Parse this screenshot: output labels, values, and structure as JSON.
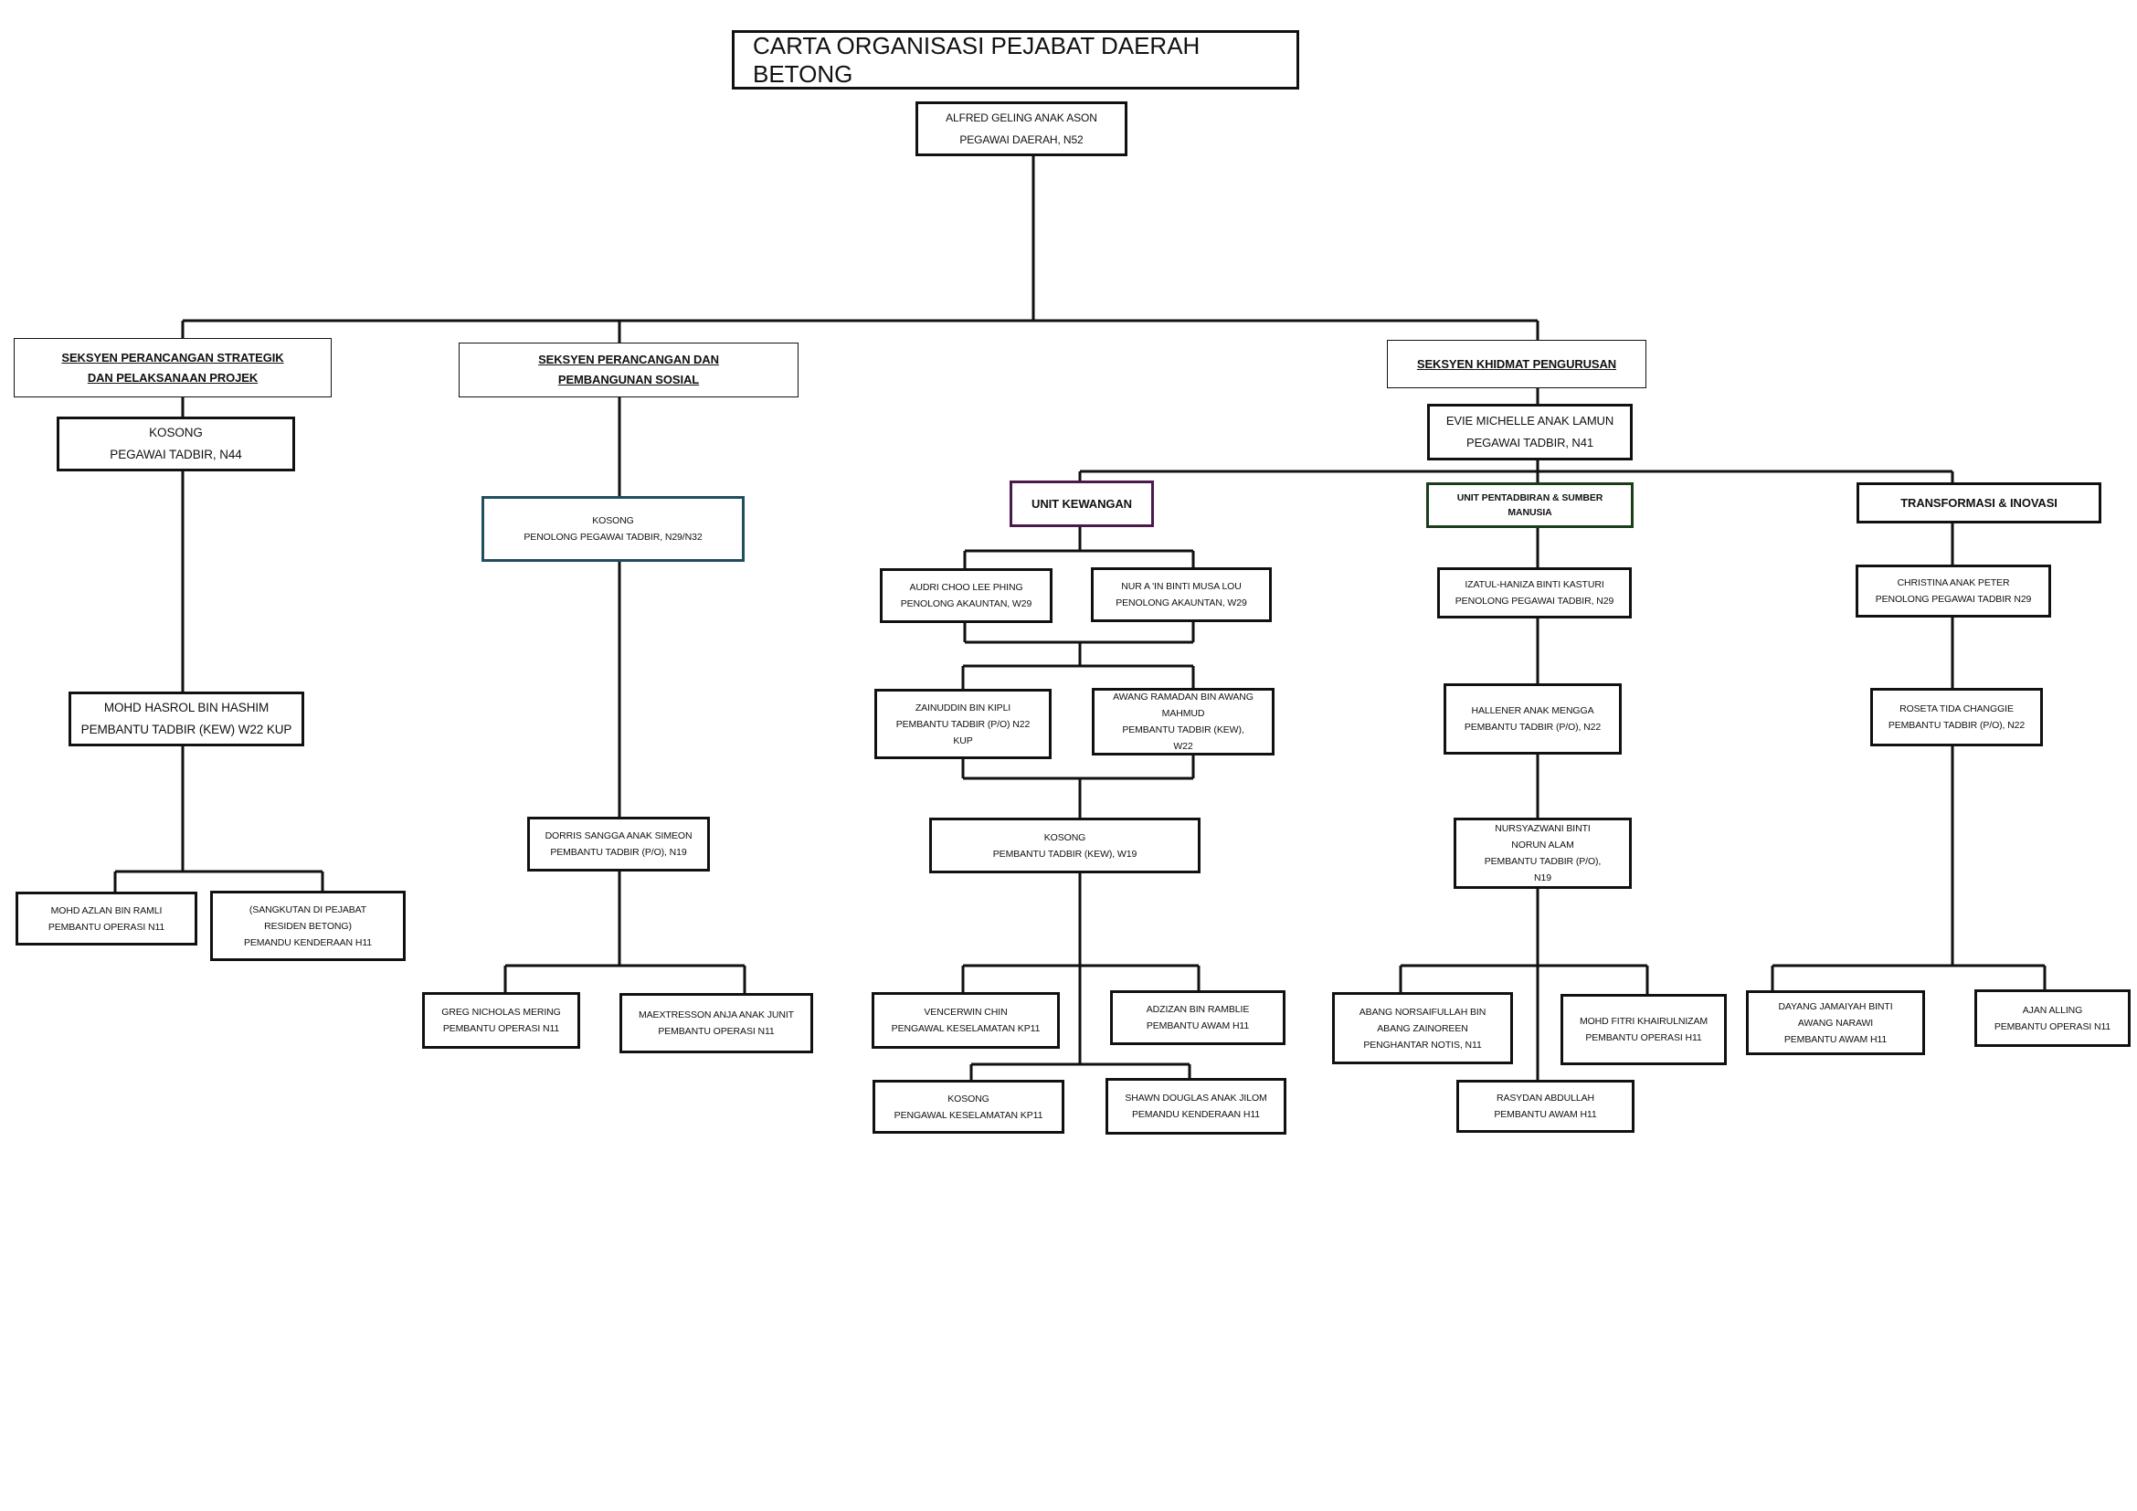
{
  "title": "CARTA ORGANISASI PEJABAT DAERAH BETONG",
  "root": {
    "name": "ALFRED GELING ANAK ASON",
    "title": "PEGAWAI DAERAH, N52"
  },
  "sections": {
    "strategik": "SEKSYEN PERANCANGAN STRATEGIK DAN PELAKSANAAN PROJEK",
    "sosial": "SEKSYEN PERANCANGAN DAN PEMBANGUNAN SOSIAL",
    "khidmat": "SEKSYEN KHIDMAT PENGURUSAN"
  },
  "units": {
    "kewangan": "UNIT KEWANGAN",
    "pentadbiran": "UNIT PENTADBIRAN & SUMBER MANUSIA",
    "transformasi": "TRANSFORMASI & INOVASI"
  },
  "colors": {
    "line": "#111111",
    "sosial_box_border": "#1f4e5f",
    "kewangan_border": "#4a1a4a",
    "pentadbiran_border": "#1a3d1a"
  },
  "people": {
    "s1_head": {
      "name": "KOSONG",
      "title": "PEGAWAI TADBIR, N44"
    },
    "s1_hasrol": {
      "name": "MOHD HASROL BIN HASHIM",
      "title": "PEMBANTU TADBIR (KEW) W22 KUP"
    },
    "s1_azlan": {
      "name": "MOHD AZLAN BIN RAMLI",
      "title": "PEMBANTU OPERASI N11"
    },
    "s1_sangkutan": {
      "name": "(SANGKUTAN DI PEJABAT RESIDEN BETONG)",
      "title": "PEMANDU KENDERAAN H11"
    },
    "s2_head": {
      "name": "KOSONG",
      "title": "PENOLONG PEGAWAI TADBIR, N29/N32"
    },
    "s2_dorris": {
      "name": "DORRIS SANGGA ANAK SIMEON",
      "title": "PEMBANTU TADBIR (P/O), N19"
    },
    "s2_greg": {
      "name": "GREG NICHOLAS MERING",
      "title": "PEMBANTU OPERASI N11"
    },
    "s2_maex": {
      "name": "MAEXTRESSON ANJA ANAK JUNIT",
      "title": "PEMBANTU OPERASI N11"
    },
    "s3_head": {
      "name": "EVIE MICHELLE ANAK LAMUN",
      "title": "PEGAWAI TADBIR, N41"
    },
    "k_audri": {
      "name": "AUDRI CHOO LEE PHING",
      "title": "PENOLONG AKAUNTAN, W29"
    },
    "k_nur": {
      "name": "NUR A 'IN BINTI MUSA LOU",
      "title": "PENOLONG AKAUNTAN, W29"
    },
    "k_zainuddin": {
      "name": "ZAINUDDIN BIN KIPLI",
      "title": "PEMBANTU TADBIR (P/O) N22 KUP"
    },
    "k_awang": {
      "name": "AWANG RAMADAN BIN AWANG MAHMUD",
      "title": "PEMBANTU TADBIR (KEW), W22"
    },
    "k_kosong19": {
      "name": "KOSONG",
      "title": "PEMBANTU TADBIR (KEW), W19"
    },
    "k_vencerwin": {
      "name": "VENCERWIN CHIN",
      "title": "PENGAWAL KESELAMATAN KP11"
    },
    "k_adzizan": {
      "name": "ADZIZAN BIN RAMBLIE",
      "title": "PEMBANTU AWAM H11"
    },
    "k_kosong11": {
      "name": "KOSONG",
      "title": "PENGAWAL KESELAMATAN KP11"
    },
    "k_shawn": {
      "name": "SHAWN DOUGLAS ANAK JILOM",
      "title": "PEMANDU KENDERAAN H11"
    },
    "p_izatul": {
      "name": "IZATUL-HANIZA BINTI KASTURI",
      "title": "PENOLONG PEGAWAI TADBIR, N29"
    },
    "p_hallener": {
      "name": "HALLENER ANAK MENGGA",
      "title": "PEMBANTU TADBIR (P/O), N22"
    },
    "p_nursyaz": {
      "name": "NURSYAZWANI BINTI NORUN ALAM",
      "title": "PEMBANTU TADBIR (P/O), N19"
    },
    "p_abang": {
      "name": "ABANG NORSAIFULLAH BIN ABANG ZAINOREEN",
      "title": "PENGHANTAR NOTIS, N11"
    },
    "p_fitri": {
      "name": "MOHD FITRI KHAIRULNIZAM",
      "title": "PEMBANTU OPERASI H11"
    },
    "p_rasydan": {
      "name": "RASYDAN ABDULLAH",
      "title": "PEMBANTU AWAM H11"
    },
    "t_christina": {
      "name": "CHRISTINA ANAK PETER",
      "title": "PENOLONG PEGAWAI TADBIR N29"
    },
    "t_roseta": {
      "name": "ROSETA TIDA CHANGGIE",
      "title": "PEMBANTU TADBIR (P/O), N22"
    },
    "t_dayang": {
      "name": "DAYANG JAMAIYAH BINTI AWANG NARAWI",
      "title": "PEMBANTU AWAM H11"
    },
    "t_ajan": {
      "name": "AJAN ALLING",
      "title": "PEMBANTU OPERASI N11"
    }
  }
}
